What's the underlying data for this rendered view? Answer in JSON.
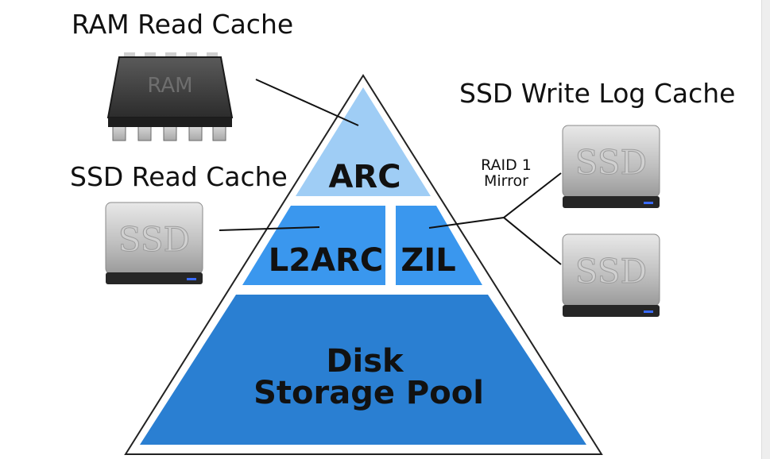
{
  "labels": {
    "ram_cache": "RAM Read Cache",
    "ssd_read_cache": "SSD Read Cache",
    "ssd_write_log": "SSD Write Log Cache",
    "raid_line1": "RAID 1",
    "raid_line2": "Mirror"
  },
  "tiers": {
    "arc": "ARC",
    "l2arc": "L2ARC",
    "zil": "ZIL",
    "disk_line1": "Disk",
    "disk_line2": "Storage Pool"
  },
  "icons": {
    "ram_chip_text": "RAM",
    "ssd_text": "SSD"
  },
  "colors": {
    "arc": "#9fcdf5",
    "l2arc_zil": "#3a97ee",
    "disk": "#2a7fd2",
    "outline": "#222222"
  }
}
